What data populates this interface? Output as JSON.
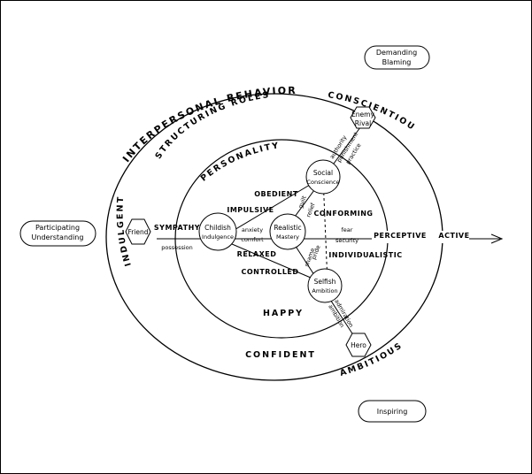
{
  "rings": {
    "outer_title": "INTERPERSONAL BEHAVIOR",
    "middle_title": "STRUCTURING ROLES",
    "inner_title": "PERSONALITY"
  },
  "outer_labels": {
    "top_right": "CONSCIENTIOUS",
    "left": "INDULGENT",
    "bottom_right": "AMBITIOUS"
  },
  "middle_labels": {
    "bottom": "CONFIDENT"
  },
  "inner_labels": {
    "bottom": "HAPPY"
  },
  "boxes": {
    "demanding": [
      "Demanding",
      "Blaming"
    ],
    "participating": [
      "Participating",
      "Understanding"
    ],
    "inspiring": "Inspiring"
  },
  "hexagons": {
    "enemy": [
      "Enemy",
      "Rival"
    ],
    "friend": "Friend",
    "hero": "Hero"
  },
  "nodes": {
    "social": [
      "Social",
      "Conscience"
    ],
    "childish": [
      "Childish",
      "Indulgence"
    ],
    "realistic": [
      "Realistic",
      "Mastery"
    ],
    "selfish": [
      "Selfish",
      "Ambition"
    ]
  },
  "spoke_words": {
    "obedient": "OBEDIENT",
    "impulsive": "IMPULSIVE",
    "conforming": "CONFORMING",
    "relaxed": "RELAXED",
    "individualistic": "INDIVIDUALISTIC",
    "controlled": "CONTROLLED",
    "sympathy": "SYMPATHY",
    "possession": "possession",
    "anxiety": "anxiety",
    "comfort": "comfort",
    "fear": "fear",
    "security": "security",
    "perceptive": "PERCEPTIVE",
    "active": "ACTIVE",
    "guilt": "guilt",
    "relief": "relief",
    "shame": "shame",
    "pride": "pride",
    "authority": "authority",
    "punishment": "punishment",
    "practice": "practice",
    "admiration": "admiration",
    "ambition": "ambition"
  }
}
